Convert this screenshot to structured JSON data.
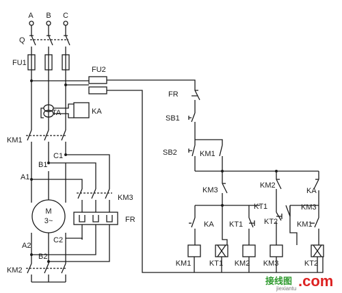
{
  "phases": [
    "A",
    "B",
    "C"
  ],
  "labels": {
    "q": "Q",
    "fu1": "FU1",
    "fu2": "FU2",
    "ta": "TA",
    "ka": "KA",
    "km1": "KM1",
    "c1": "C1",
    "b1": "B1",
    "a1": "A1",
    "motor_m": "M",
    "motor_phase": "3~",
    "km3": "KM3",
    "fr": "FR",
    "c2": "C2",
    "a2": "A2",
    "b2": "B2",
    "km2": "KM2"
  },
  "control": {
    "fr": "FR",
    "sb1": "SB1",
    "sb2": "SB2",
    "km1_hold": "KM1",
    "km3_nc": "KM3",
    "km2_nc": "KM2",
    "ka_nc": "KA",
    "kt1_no": "KT1",
    "km3_no": "KM3",
    "ka_no": "KA",
    "kt1_nc": "KT1",
    "kt2_nc": "KT2",
    "km1_no": "KM1"
  },
  "coils": [
    "KM1",
    "KT1",
    "KM2",
    "KM3",
    "KT2"
  ],
  "watermark": {
    "cn": "接线图",
    "dotcom": ".com",
    "sub": "jiexiantu"
  }
}
